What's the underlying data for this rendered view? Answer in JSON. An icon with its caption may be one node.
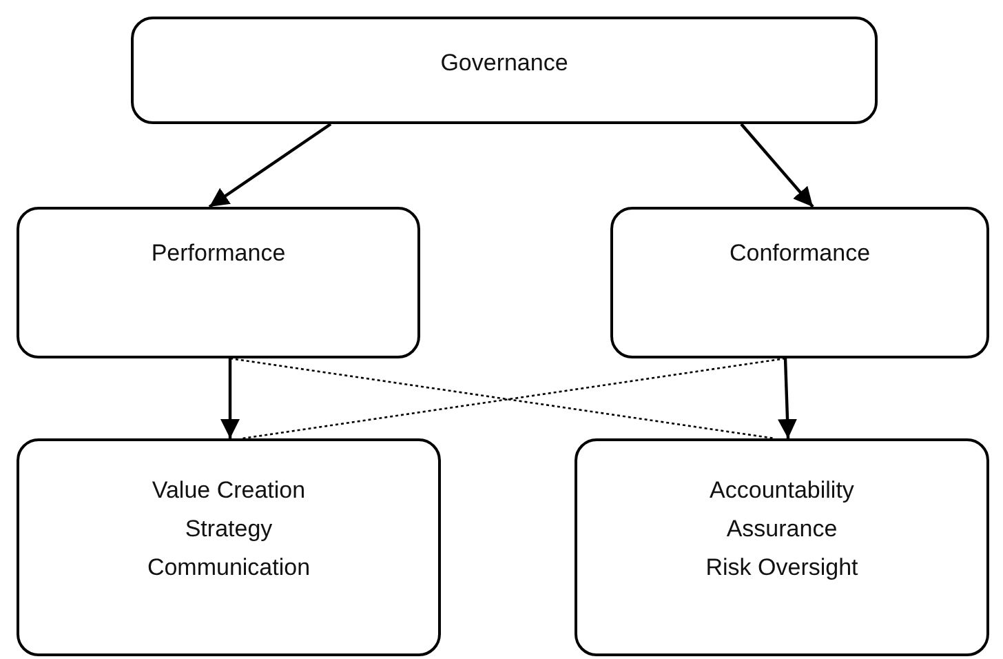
{
  "diagram": {
    "nodes": [
      {
        "text": [
          "Governance"
        ]
      },
      {
        "text": [
          "Performance"
        ]
      },
      {
        "text": [
          "Conformance"
        ]
      },
      {
        "text": [
          "Value Creation",
          "Strategy",
          "Communication"
        ]
      },
      {
        "text": [
          "Accountability",
          "Assurance",
          "Risk Oversight"
        ]
      }
    ],
    "edges": [
      {
        "from": 0,
        "to": 1,
        "arrow": "to"
      },
      {
        "from": 0,
        "to": 2,
        "arrow": "to"
      },
      {
        "from": 1,
        "to": 3,
        "arrow": "to"
      },
      {
        "from": 2,
        "to": 4,
        "arrow": "to"
      },
      {
        "from": 1,
        "to": 4,
        "arrow": "none",
        "style": "dashed"
      },
      {
        "from": 2,
        "to": 3,
        "arrow": "none",
        "style": "dashed"
      }
    ]
  }
}
